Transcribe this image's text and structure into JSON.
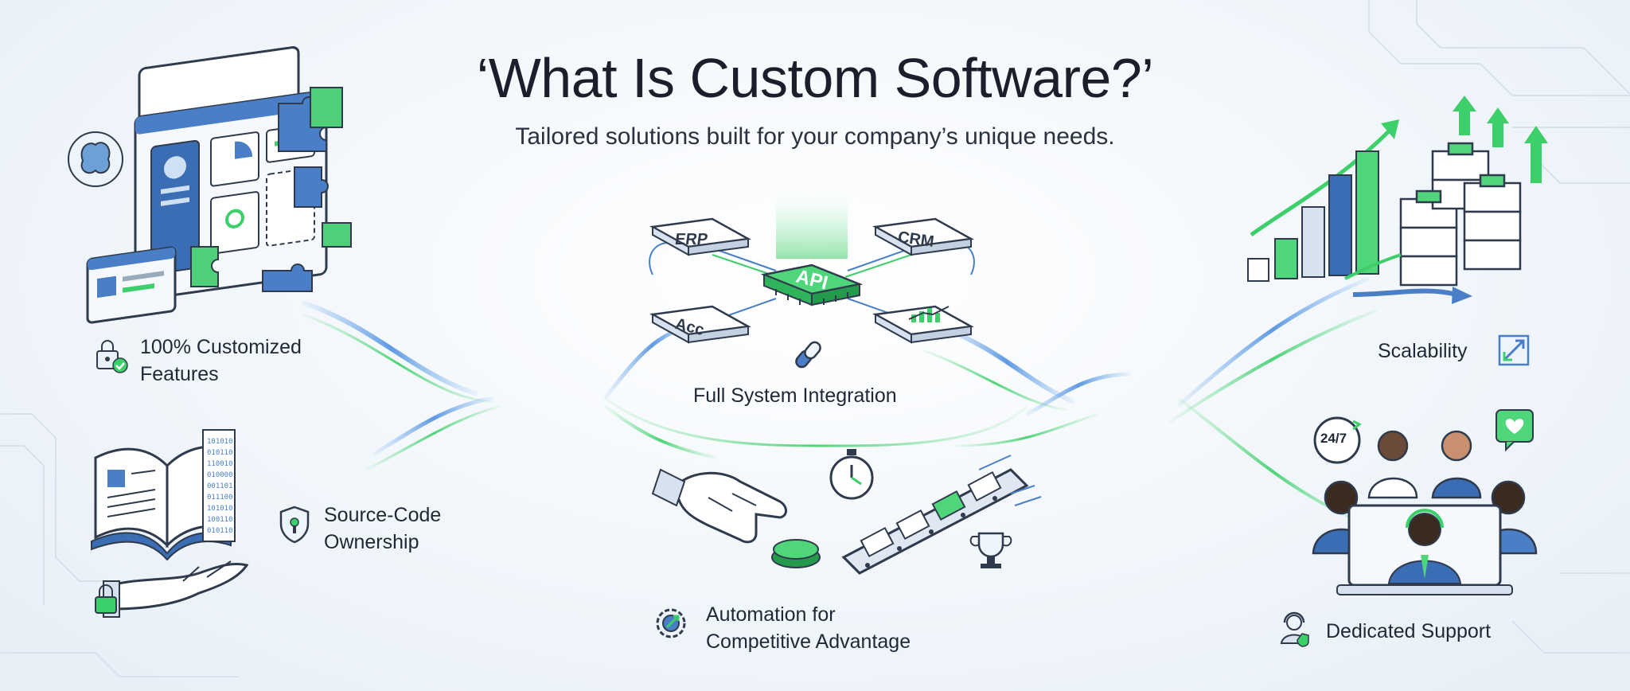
{
  "header": {
    "title": "‘What Is Custom Software?’",
    "subtitle": "Tailored solutions built for your company’s unique needs."
  },
  "features": {
    "customized": {
      "line1": "100% Customized",
      "line2": "Features"
    },
    "source_code": {
      "line1": "Source-Code",
      "line2": "Ownership"
    },
    "integration": {
      "label": "Full System Integration"
    },
    "automation": {
      "line1": "Automation for",
      "line2": "Competitive Advantage"
    },
    "scalability": {
      "label": "Scalability"
    },
    "support": {
      "label": "Dedicated Support"
    }
  },
  "integration_nodes": {
    "erp": "ERP",
    "crm": "CRM",
    "api": "API",
    "acc": "Acc"
  },
  "support_badge": "24/7",
  "colors": {
    "accent_green": "#3ccf6a",
    "accent_blue": "#3b7fd9",
    "stroke": "#2f3b4c",
    "background": "#f1f6fb"
  }
}
